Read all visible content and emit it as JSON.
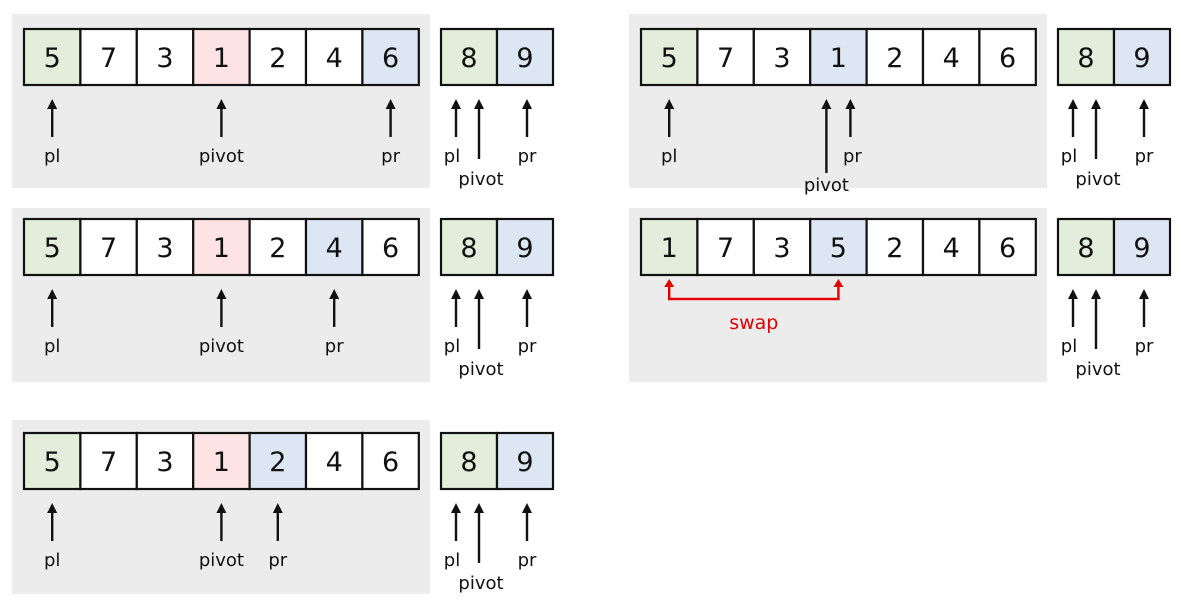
{
  "colors": {
    "panel_bg": "#ececec",
    "pl_cell": "#e2eedb",
    "pivot_cell": "#fde3e3",
    "pr_cell": "#dde7f3",
    "plain_cell": "#ffffff",
    "swap_arrow": "#e00000"
  },
  "steps": [
    {
      "name": "step-1",
      "main_values": [
        "5",
        "7",
        "3",
        "1",
        "2",
        "4",
        "6"
      ],
      "main_colors": [
        "pl",
        "plain",
        "plain",
        "pivot",
        "plain",
        "plain",
        "pr"
      ],
      "main_pointers": [
        {
          "index": 0,
          "label": "pl"
        },
        {
          "index": 3,
          "label": "pivot"
        },
        {
          "index": 6,
          "label": "pr"
        }
      ],
      "side_values": [
        "8",
        "9"
      ],
      "side_colors": [
        "pl",
        "pr"
      ],
      "side_labels": {
        "pl": "pl",
        "pivot": "pivot",
        "pr": "pr"
      }
    },
    {
      "name": "step-2",
      "main_values": [
        "5",
        "7",
        "3",
        "1",
        "2",
        "4",
        "6"
      ],
      "main_colors": [
        "pl",
        "plain",
        "plain",
        "pivot",
        "plain",
        "pr",
        "plain"
      ],
      "main_pointers": [
        {
          "index": 0,
          "label": "pl"
        },
        {
          "index": 3,
          "label": "pivot"
        },
        {
          "index": 5,
          "label": "pr"
        }
      ],
      "side_values": [
        "8",
        "9"
      ],
      "side_colors": [
        "pl",
        "pr"
      ],
      "side_labels": {
        "pl": "pl",
        "pivot": "pivot",
        "pr": "pr"
      }
    },
    {
      "name": "step-3",
      "main_values": [
        "5",
        "7",
        "3",
        "1",
        "2",
        "4",
        "6"
      ],
      "main_colors": [
        "pl",
        "plain",
        "plain",
        "pivot",
        "pr",
        "plain",
        "plain"
      ],
      "main_pointers": [
        {
          "index": 0,
          "label": "pl"
        },
        {
          "index": 3,
          "label": "pivot"
        },
        {
          "index": 4,
          "label": "pr"
        }
      ],
      "side_values": [
        "8",
        "9"
      ],
      "side_colors": [
        "pl",
        "pr"
      ],
      "side_labels": {
        "pl": "pl",
        "pivot": "pivot",
        "pr": "pr"
      }
    },
    {
      "name": "step-4",
      "main_values": [
        "5",
        "7",
        "3",
        "1",
        "2",
        "4",
        "6"
      ],
      "main_colors": [
        "pl",
        "plain",
        "plain",
        "pr",
        "plain",
        "plain",
        "plain"
      ],
      "main_pointers": [
        {
          "index": 0,
          "label": "pl"
        },
        {
          "index": 3,
          "label": "pivot",
          "offset": "left",
          "label_pos": "low"
        },
        {
          "index": 3,
          "label": "pr",
          "offset": "right"
        }
      ],
      "side_values": [
        "8",
        "9"
      ],
      "side_colors": [
        "pl",
        "pr"
      ],
      "side_labels": {
        "pl": "pl",
        "pivot": "pivot",
        "pr": "pr"
      }
    },
    {
      "name": "step-5",
      "main_values": [
        "1",
        "7",
        "3",
        "5",
        "2",
        "4",
        "6"
      ],
      "main_colors": [
        "pl",
        "plain",
        "plain",
        "pr",
        "plain",
        "plain",
        "plain"
      ],
      "swap": {
        "from": 0,
        "to": 3,
        "label": "swap"
      },
      "side_values": [
        "8",
        "9"
      ],
      "side_colors": [
        "pl",
        "pr"
      ],
      "side_labels": {
        "pl": "pl",
        "pivot": "pivot",
        "pr": "pr"
      }
    }
  ]
}
